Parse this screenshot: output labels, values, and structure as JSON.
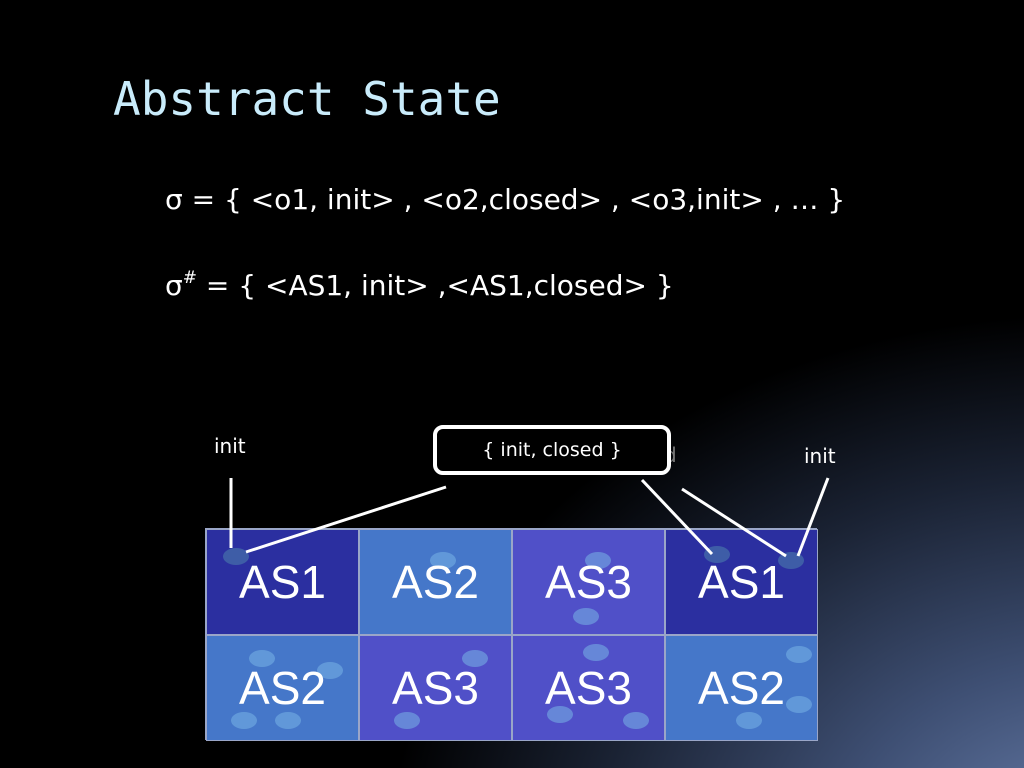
{
  "slide": {
    "title": "Abstract State",
    "formula1": "σ = { <o1, init> , <o2,closed> , <o3,init> , … }",
    "formula2_lhs": "σ",
    "formula2_sup": "#",
    "formula2_rhs": " = { <AS1, init> ,<AS1,closed>  }",
    "label_left": "init",
    "label_right": "init",
    "label_partial": "d",
    "callout": "{ init, closed }"
  },
  "grid": {
    "cells": [
      {
        "label": "AS1",
        "tone": "dark"
      },
      {
        "label": "AS2",
        "tone": "blue"
      },
      {
        "label": "AS3",
        "tone": "purple"
      },
      {
        "label": "AS1",
        "tone": "dark"
      },
      {
        "label": "AS2",
        "tone": "blue"
      },
      {
        "label": "AS3",
        "tone": "purple"
      },
      {
        "label": "AS3",
        "tone": "purple"
      },
      {
        "label": "AS2",
        "tone": "blue"
      }
    ]
  },
  "colors": {
    "title": "#c9ecfb",
    "dark_cell": "#2b2fa0",
    "blue_cell": "#4577c9",
    "purple_cell": "#5050c8"
  }
}
